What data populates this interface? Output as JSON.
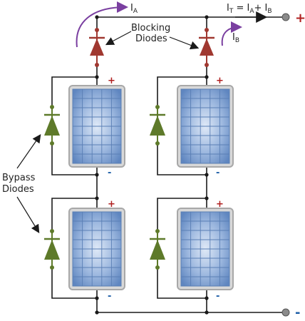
{
  "labels": {
    "blocking_line1": "Blocking",
    "blocking_line2": "Diodes",
    "bypass_line1": "Bypass",
    "bypass_line2": "Diodes",
    "current_a_main": "I",
    "current_a_sub": "A",
    "current_b_main": "I",
    "current_b_sub": "B",
    "total_i1": "I",
    "total_t": "T",
    "total_eq": " = I",
    "total_a": "A",
    "total_plus": "+ I",
    "total_b": "B"
  },
  "signs": {
    "plus": "+",
    "minus": "-"
  },
  "colors": {
    "wire": "#1a1a1a",
    "blocking_diode": "#a03830",
    "bypass_diode": "#5e7a2a",
    "arrow": "#7a3fa0",
    "plus_sign": "#b02020",
    "minus_sign": "#2060a8",
    "panel_frame": "#b8b8b8",
    "panel_cell": "#6a92c8",
    "terminal": "#8a8a8a"
  },
  "icons": [
    "solar-panel-icon",
    "diode-icon",
    "terminal-icon",
    "current-arrow-icon"
  ]
}
